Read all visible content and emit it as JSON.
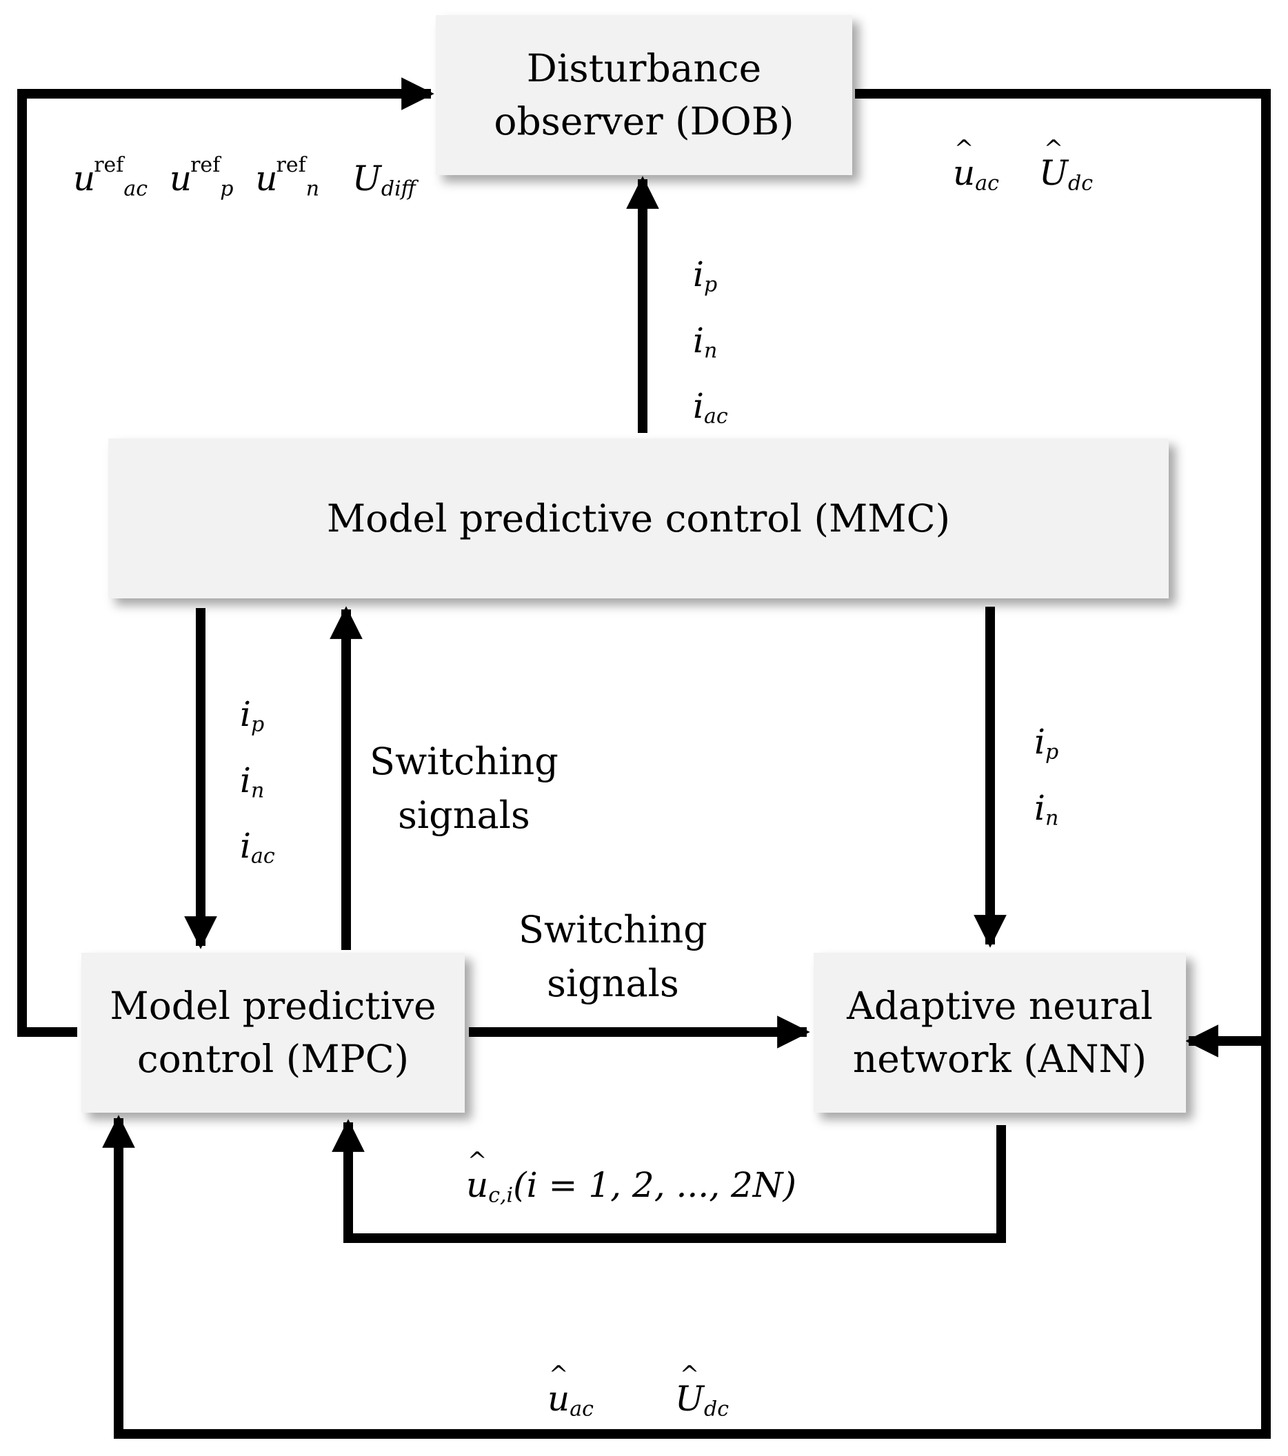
{
  "blocks": {
    "dob": [
      "Disturbance",
      "observer (DOB)"
    ],
    "mmc": [
      "Model predictive control (MMC)"
    ],
    "mpc": [
      "Model predictive",
      "control (MPC)"
    ],
    "ann": [
      "Adaptive neural",
      "network (ANN)"
    ]
  },
  "labels": {
    "switching_vertical": [
      "Switching",
      "signals"
    ],
    "switching_horizontal": [
      "Switching",
      "signals"
    ]
  },
  "symbols": {
    "i": "i",
    "p": "p",
    "n": "n",
    "ac": "ac",
    "u": "u",
    "U": "U",
    "ref": "ref",
    "diff": "diff",
    "dc": "dc",
    "ci": "c,i",
    "index_range": "(i = 1, 2, ..., 2N)"
  }
}
